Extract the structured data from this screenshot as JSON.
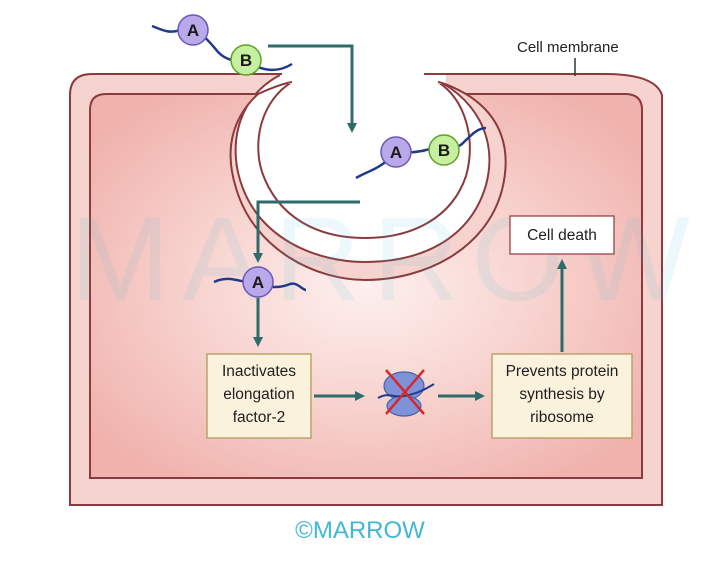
{
  "labels": {
    "cell_membrane": "Cell membrane",
    "cell_death": "Cell death",
    "inactivates": [
      "Inactivates",
      "elongation",
      "factor-2"
    ],
    "prevents": [
      "Prevents protein",
      "synthesis by",
      "ribosome"
    ]
  },
  "subunits": {
    "a": "A",
    "b": "B"
  },
  "watermark": {
    "background": "MARROW",
    "footer": "©MARROW"
  },
  "colors": {
    "cell_fill": "#f4c4bf",
    "membrane": "#8b3a3e",
    "arrow": "#2f6b6b",
    "subunit_a": "#b9a9ea",
    "subunit_b": "#c6efa0",
    "chain": "#1f3a8a",
    "box_fill": "#fbf2dd",
    "box_border": "#b9a46a",
    "watermark": "#43b7d6",
    "cross": "#d62828"
  }
}
